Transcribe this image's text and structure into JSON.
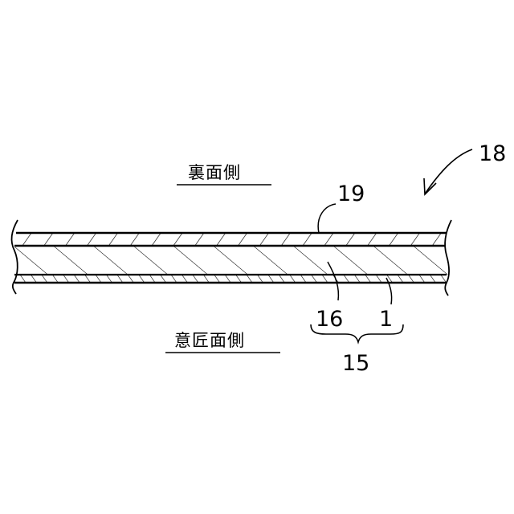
{
  "labels": {
    "back_side": "裏面側",
    "design_side": "意匠面側",
    "ref_assembly": "18",
    "ref_top_layer": "19",
    "ref_middle_layer": "16",
    "ref_bottom_layer": "1",
    "ref_group": "15"
  }
}
